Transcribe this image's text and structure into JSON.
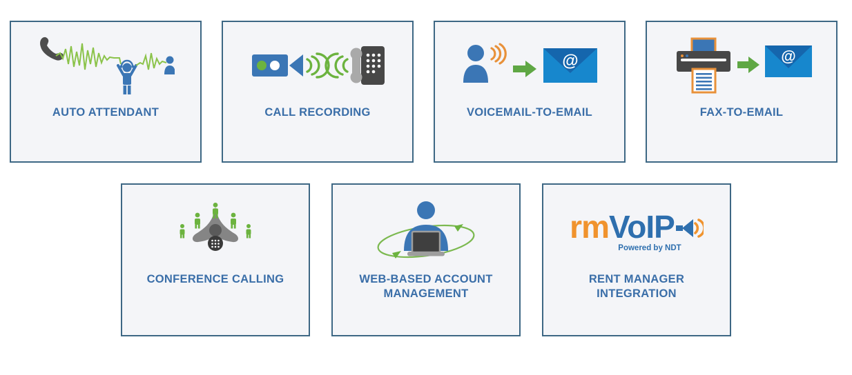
{
  "cards": [
    {
      "label": "AUTO ATTENDANT",
      "icon": "auto-attendant-icon"
    },
    {
      "label": "CALL RECORDING",
      "icon": "call-recording-icon"
    },
    {
      "label": "VOICEMAIL-TO-EMAIL",
      "icon": "voicemail-to-email-icon"
    },
    {
      "label": "FAX-TO-EMAIL",
      "icon": "fax-to-email-icon"
    },
    {
      "label": "CONFERENCE CALLING",
      "icon": "conference-calling-icon"
    },
    {
      "label": "WEB-BASED ACCOUNT MANAGEMENT",
      "icon": "web-based-account-management-icon"
    },
    {
      "label": "RENT MANAGER INTEGRATION",
      "icon": "rent-manager-integration-icon"
    }
  ],
  "logo": {
    "rm": "rm",
    "voip": "VoIP",
    "tagline": "Powered by NDT"
  },
  "colors": {
    "card_background": "#f4f5f8",
    "card_border": "#3d6784",
    "label_text": "#3a6ea8",
    "icon_blue": "#3b76b5",
    "waveform_green": "#8bc34a",
    "icon_green": "#6cb33f",
    "arrow_green": "#5fa744",
    "sound_orange": "#e8913a",
    "envelope_body": "#1787cd",
    "envelope_flap": "#1566ad",
    "device_dark_gray": "#474747",
    "handset_light_gray": "#a9a9a9",
    "conference_phone_gray": "#858585",
    "logo_orange": "#f0932e",
    "logo_blue": "#2e6fae"
  }
}
